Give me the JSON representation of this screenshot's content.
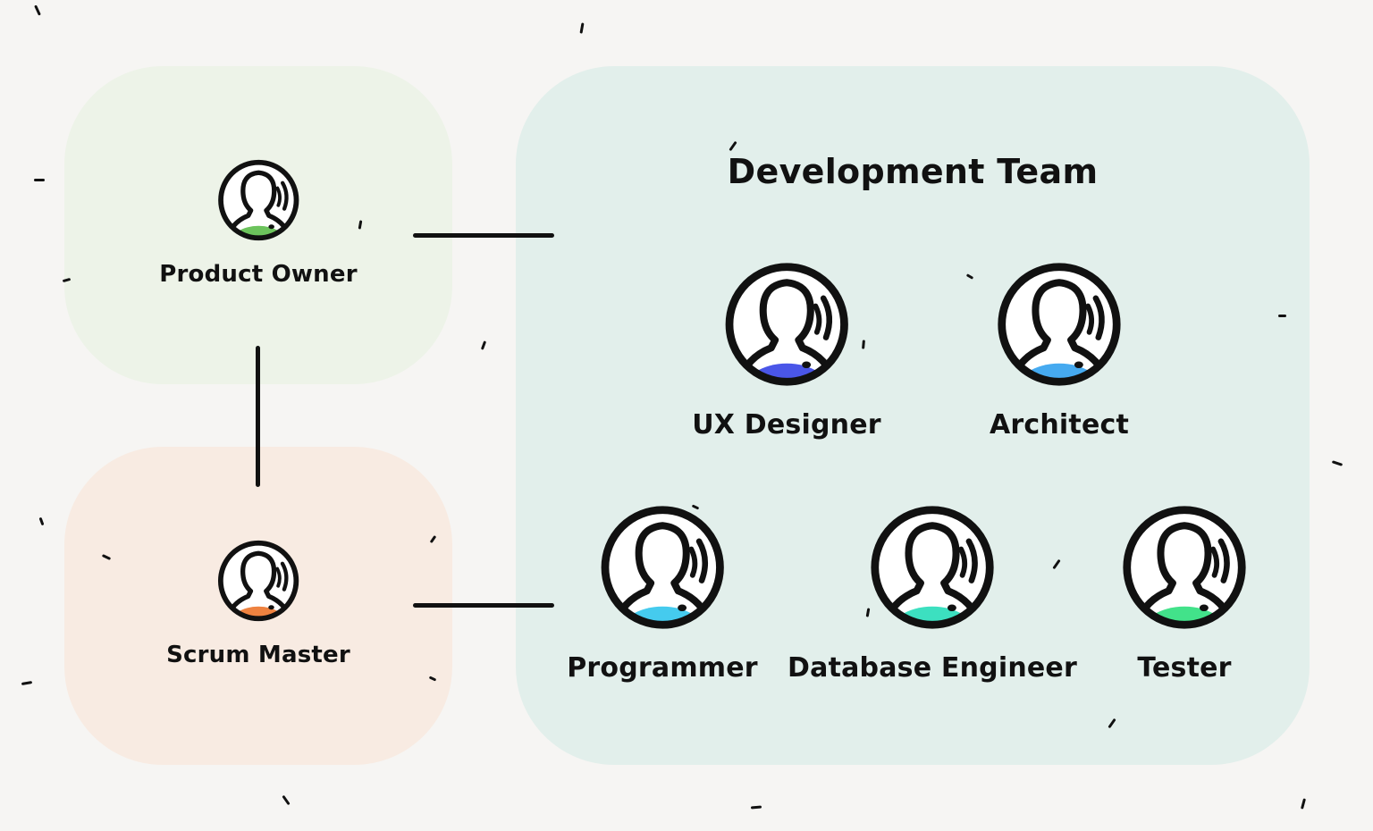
{
  "panels": {
    "product_owner": {
      "label": "Product Owner",
      "accent": "#6cc35c"
    },
    "scrum_master": {
      "label": "Scrum Master",
      "accent": "#ee8240"
    },
    "development_team": {
      "title": "Development Team",
      "members": [
        {
          "label": "UX Designer",
          "accent": "#4a56e8"
        },
        {
          "label": "Architect",
          "accent": "#46aaf0"
        },
        {
          "label": "Programmer",
          "accent": "#45cbee"
        },
        {
          "label": "Database Engineer",
          "accent": "#3ce0c0"
        },
        {
          "label": "Tester",
          "accent": "#42e28a"
        }
      ]
    }
  },
  "colors": {
    "background": "#f6f5f3",
    "product_owner_panel": "#edf3e8",
    "scrum_master_panel": "#f8ebe2",
    "development_team_panel": "#e2efeb",
    "line": "#111111"
  },
  "icons": {
    "person": "person-avatar-icon"
  }
}
